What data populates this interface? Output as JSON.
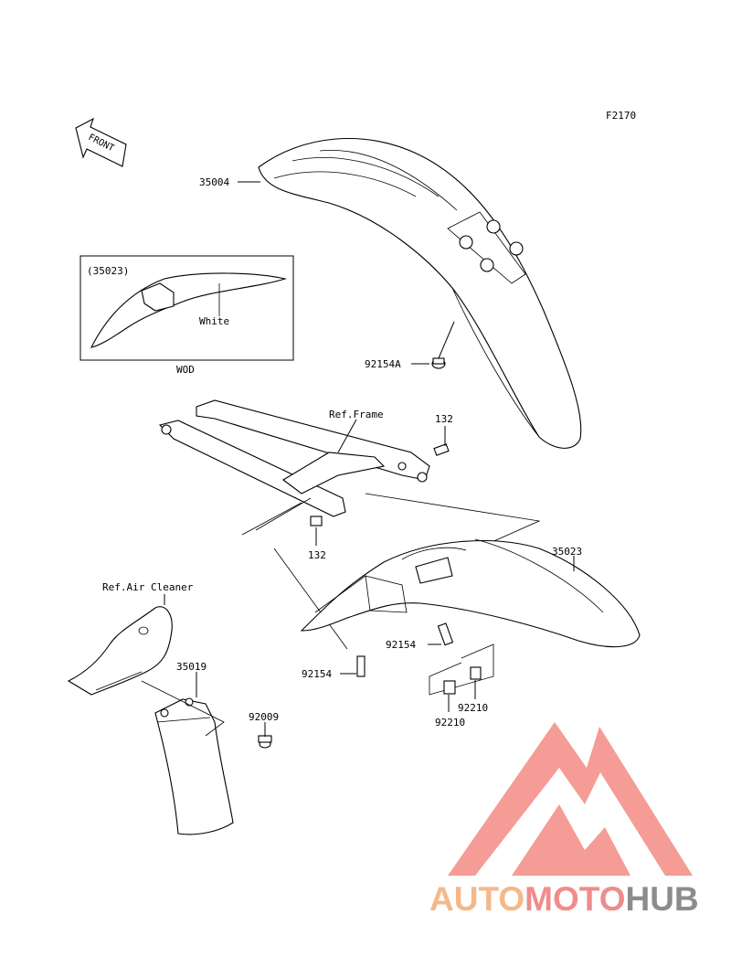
{
  "figure_code": "F2170",
  "front_label": "FRONT",
  "inset": {
    "part_number": "(35023)",
    "color_note": "White",
    "caption": "WOD"
  },
  "labels": {
    "front_fender": "35004",
    "rear_fender": "35023",
    "mud_flap": "35019",
    "bolt_front_fender": "92154A",
    "bolt_132_top": "132",
    "bolt_132_bottom": "132",
    "bolt_92154_upper": "92154",
    "bolt_92154_lower": "92154",
    "nut_92210_a": "92210",
    "nut_92210_b": "92210",
    "screw_92009": "92009",
    "ref_frame": "Ref.Frame",
    "ref_air_cleaner": "Ref.Air Cleaner"
  },
  "watermark": {
    "part1": "AUTO",
    "part2": "MOTO",
    "part3": "HUB",
    "color1": "#f5b88a",
    "color2": "#f08c8c",
    "color3": "#8c8c8c",
    "logo_color": "#f28b82"
  }
}
